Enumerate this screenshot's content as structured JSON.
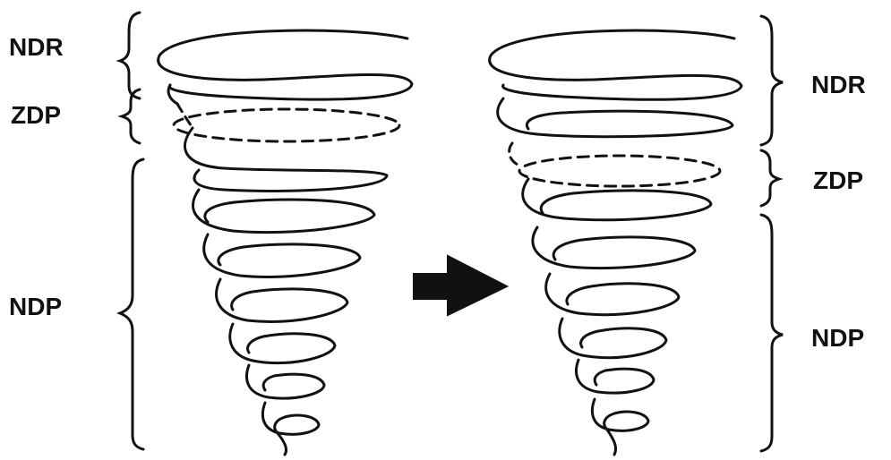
{
  "diagram": {
    "left": {
      "labels": {
        "ndr": "NDR",
        "zdp": "ZDP",
        "ndp": "NDP"
      }
    },
    "right": {
      "labels": {
        "ndr": "NDR",
        "zdp": "ZDP",
        "ndp": "NDP"
      }
    },
    "colors": {
      "stroke": "#111111",
      "background": "#ffffff"
    }
  }
}
